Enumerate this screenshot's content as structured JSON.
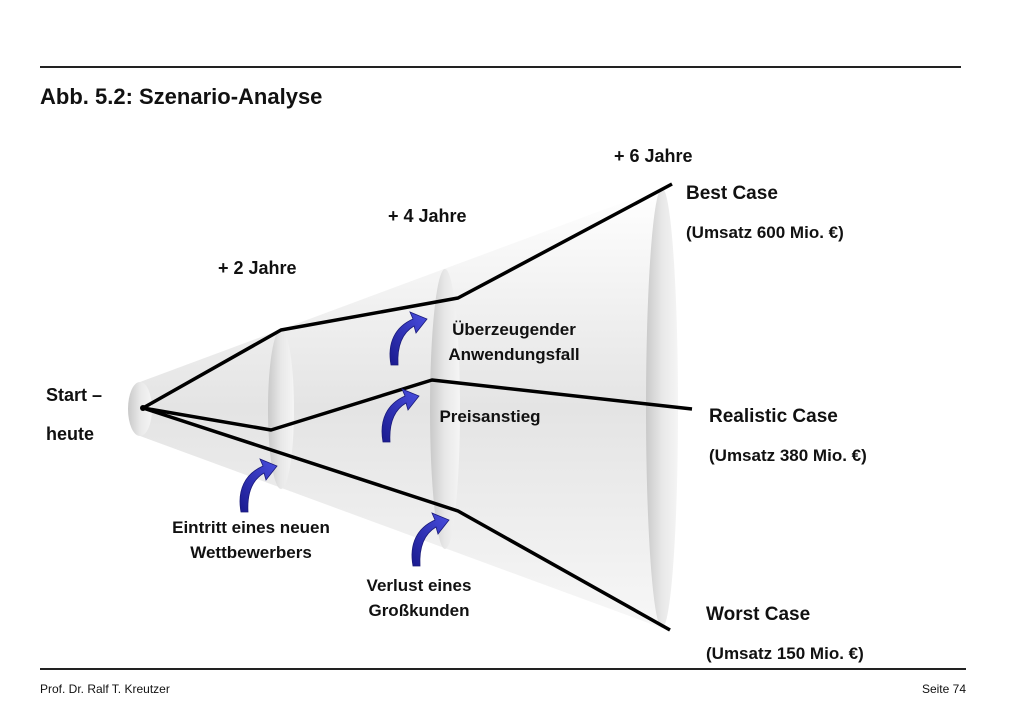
{
  "title": "Abb. 5.2: Szenario-Analyse",
  "footer": {
    "author": "Prof. Dr. Ralf T. Kreutzer",
    "page": "Seite 74"
  },
  "start": {
    "line1": "Start –",
    "line2": "heute"
  },
  "time_labels": [
    "+ 2 Jahre",
    "+ 4 Jahre",
    "+ 6 Jahre"
  ],
  "outcomes": {
    "best": {
      "name": "Best Case",
      "detail": "(Umsatz 600 Mio. €)"
    },
    "realistic": {
      "name": "Realistic Case",
      "detail": "(Umsatz 380 Mio. €)"
    },
    "worst": {
      "name": "Worst Case",
      "detail": "(Umsatz 150 Mio. €)"
    }
  },
  "events": {
    "new_competitor": {
      "line1": "Eintritt eines neuen",
      "line2": "Wettbewerbers"
    },
    "use_case": {
      "line1": "Überzeugender",
      "line2": "Anwendungsfall"
    },
    "price_rise": {
      "line1": "Preisanstieg"
    },
    "customer_loss": {
      "line1": "Verlust eines",
      "line2": "Großkunden"
    }
  },
  "colors": {
    "arrow": "#2b2fc4",
    "line": "#000000",
    "funnel": "#d9d9d9"
  }
}
